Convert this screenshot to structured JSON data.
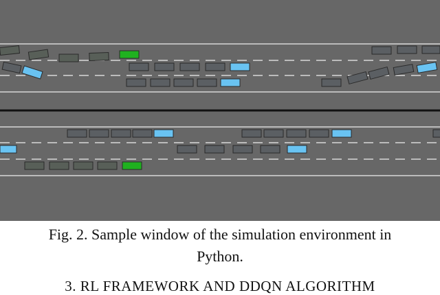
{
  "colors": {
    "road": "#676767",
    "lane_line": "#d9d9d9",
    "median": "#111111",
    "car_green": "#1fb11f",
    "car_blue": "#69c3f2",
    "car_dark_green": "#585f58",
    "car_gray": "#5b5f63",
    "car_outline": "#2a2a2a"
  },
  "caption": {
    "line1": "Fig. 2. Sample window of the simulation environment in",
    "line2": "Python."
  },
  "section_heading": "3. RL FRAMEWORK AND DDQN ALGORITHM"
}
